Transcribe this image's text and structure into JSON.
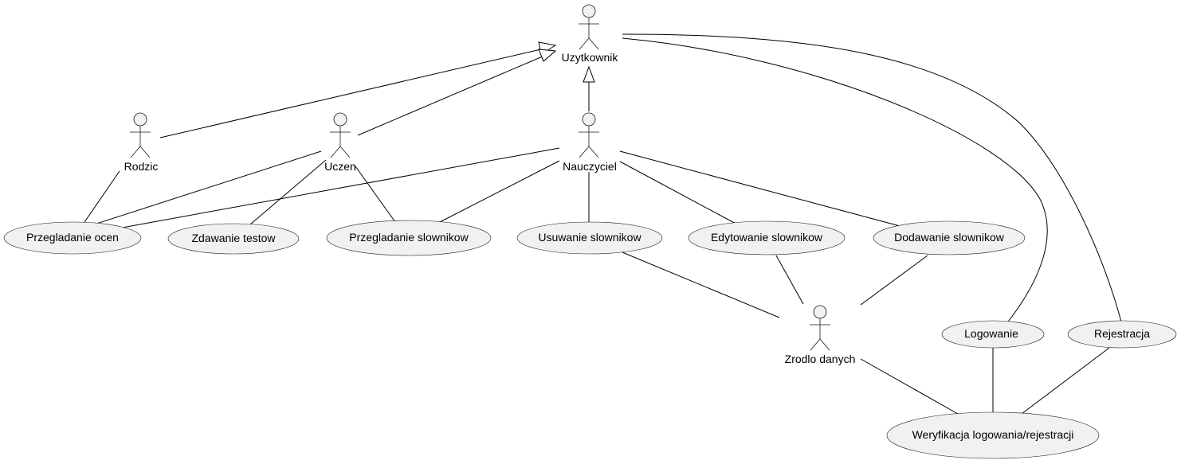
{
  "diagram": {
    "actors": {
      "uzytkownik": "Uzytkownik",
      "rodzic": "Rodzic",
      "uczen": "Uczen",
      "nauczyciel": "Nauczyciel",
      "zrodlo": "Zrodlo danych"
    },
    "use_cases": {
      "przegladanie_ocen": "Przegladanie ocen",
      "zdawanie_testow": "Zdawanie testow",
      "przegladanie_slownikow": "Przegladanie slownikow",
      "usuwanie_slownikow": "Usuwanie slownikow",
      "edytowanie_slownikow": "Edytowanie slownikow",
      "dodawanie_slownikow": "Dodawanie slownikow",
      "logowanie": "Logowanie",
      "rejestracja": "Rejestracja",
      "weryfikacja": "Weryfikacja logowania/rejestracji"
    },
    "colors": {
      "shape_fill": "#f1f1f1",
      "outline": "#181818",
      "line": "#000000"
    }
  }
}
